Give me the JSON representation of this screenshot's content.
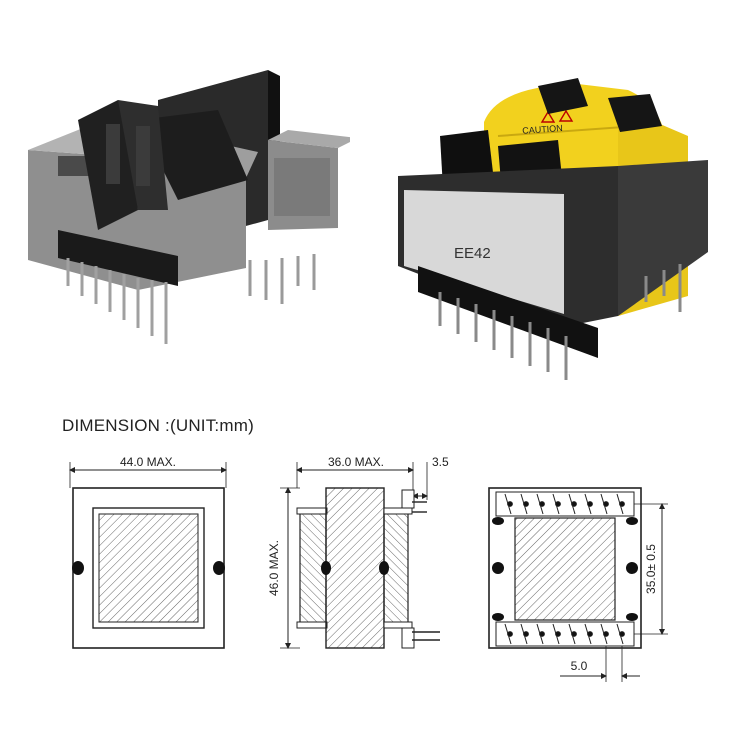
{
  "heading": "DIMENSION :(UNIT:mm)",
  "transformer_label": "EE42",
  "caution_label": "CAUTION",
  "dimensions": {
    "front_width": "44.0 MAX.",
    "side_depth": "36.0 MAX.",
    "side_pin_offset": "3.5",
    "side_height": "46.0 MAX.",
    "bottom_row_spacing": "35.0± 0.5",
    "bottom_pin_pitch": "5.0"
  }
}
